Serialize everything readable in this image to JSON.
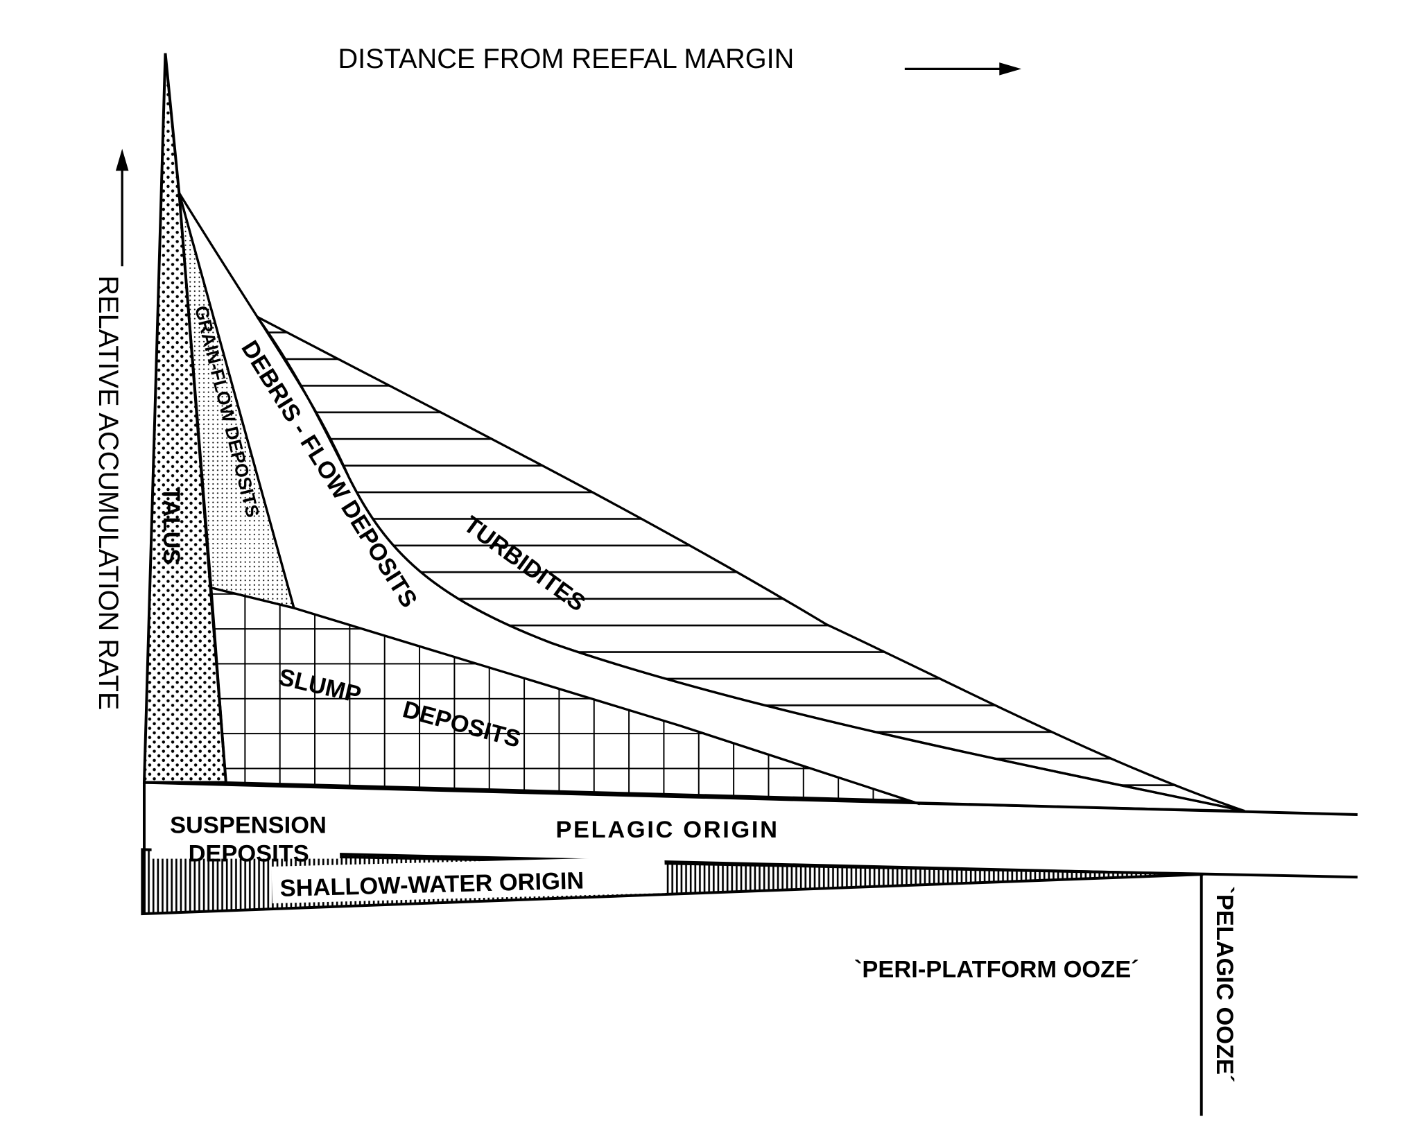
{
  "title": "DISTANCE FROM REEFAL MARGIN",
  "y_axis_label": "RELATIVE ACCUMULATION RATE",
  "colors": {
    "ink": "#000000",
    "paper": "#ffffff"
  },
  "zones": {
    "talus": "TALUS",
    "grain_flow": "GRAIN-FLOW DEPOSITS",
    "debris_flow": "DEBRIS - FLOW DEPOSITS",
    "turbidites": "TURBIDITES",
    "slump_1": "SLUMP",
    "slump_2": "DEPOSITS",
    "suspension_1": "SUSPENSION",
    "suspension_2": "DEPOSITS",
    "pelagic_origin": "PELAGIC ORIGIN",
    "shallow_water_origin": "SHALLOW-WATER ORIGIN"
  },
  "bottom_labels": {
    "peri_platform_ooze": "`PERI-PLATFORM OOZE´",
    "pelagic_ooze": "`PELAGIC OOZE´"
  }
}
